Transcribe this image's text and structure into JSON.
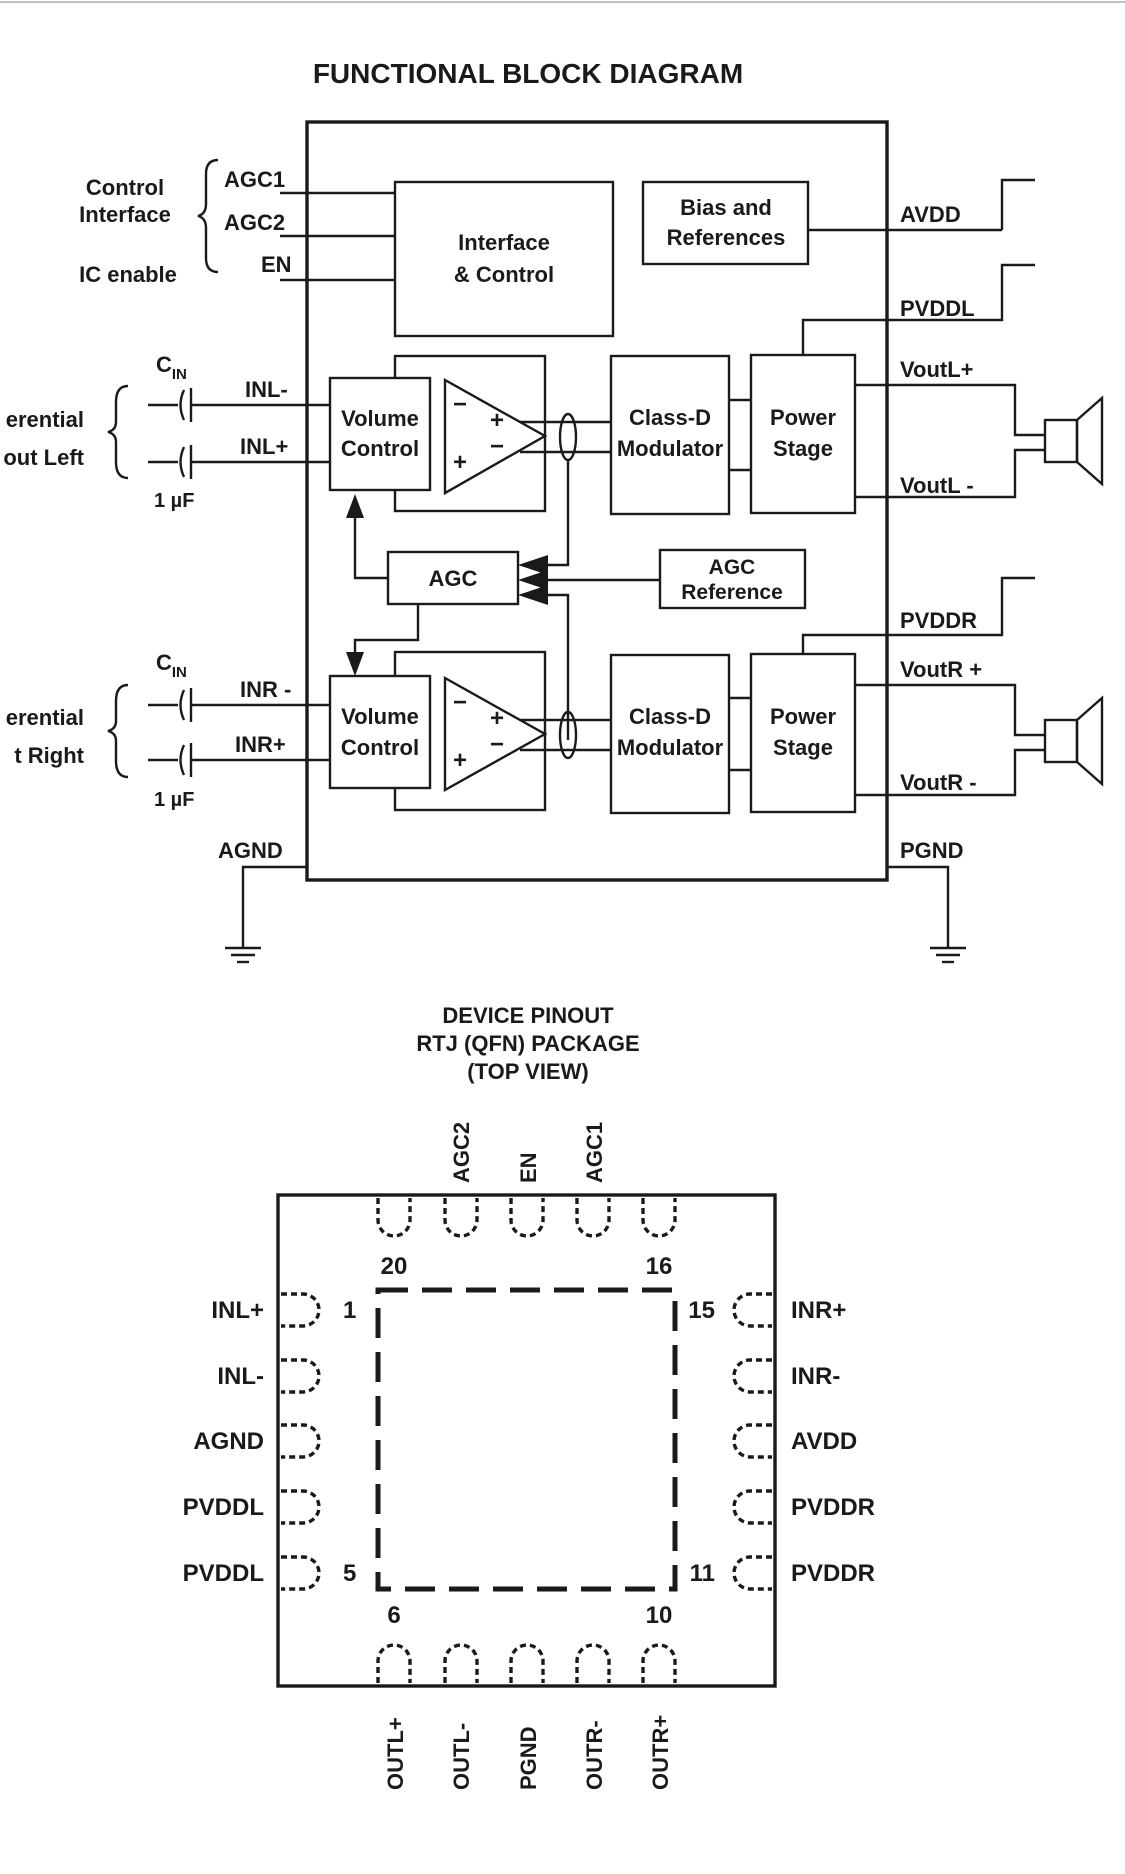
{
  "block_diagram": {
    "title": "FUNCTIONAL BLOCK DIAGRAM",
    "left_labels": {
      "control": "Control",
      "interface": "Interface",
      "ic_enable": "IC enable",
      "diff_left_1": "erential",
      "diff_left_2": "out Left",
      "diff_right_1": "erential",
      "diff_right_2": "t Right",
      "cin": "C",
      "cin_sub": "IN",
      "cap": "1 µF"
    },
    "pins": {
      "agc1": "AGC1",
      "agc2": "AGC2",
      "en": "EN",
      "inl_minus": "INL-",
      "inl_plus": "INL+",
      "inr_minus": "INR -",
      "inr_plus": "INR+",
      "agnd": "AGND",
      "avdd": "AVDD",
      "pvddl": "PVDDL",
      "voutl_plus": "VoutL+",
      "voutl_minus": "VoutL -",
      "pvddr": "PVDDR",
      "voutr_plus": "VoutR +",
      "voutr_minus": "VoutR -",
      "pgnd": "PGND"
    },
    "blocks": {
      "interface_1": "Interface",
      "interface_2": "& Control",
      "bias_1": "Bias and",
      "bias_2": "References",
      "volume_1": "Volume",
      "volume_2": "Control",
      "classd_1": "Class-D",
      "classd_2": "Modulator",
      "power_1": "Power",
      "power_2": "Stage",
      "agc": "AGC",
      "agcref_1": "AGC",
      "agcref_2": "Reference"
    },
    "amp_signs": {
      "minus": "−",
      "plus": "+"
    }
  },
  "pinout": {
    "title_1": "DEVICE PINOUT",
    "title_2": "RTJ (QFN) PACKAGE",
    "title_3": "(TOP VIEW)",
    "top_pins": [
      "AGC2",
      "EN",
      "AGC1"
    ],
    "left_pins": [
      "INL+",
      "INL-",
      "AGND",
      "PVDDL",
      "PVDDL"
    ],
    "right_pins": [
      "INR+",
      "INR-",
      "AVDD",
      "PVDDR",
      "PVDDR"
    ],
    "bottom_pins": [
      "OUTL+",
      "OUTL-",
      "PGND",
      "OUTR-",
      "OUTR+"
    ],
    "numbers": {
      "n20": "20",
      "n16": "16",
      "n1": "1",
      "n15": "15",
      "n5": "5",
      "n11": "11",
      "n6": "6",
      "n10": "10"
    }
  }
}
